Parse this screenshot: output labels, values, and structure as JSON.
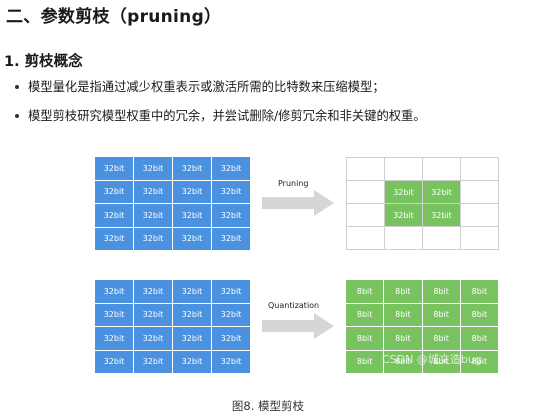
{
  "heading_section": "二、参数剪枝（pruning）",
  "heading_sub": "1. 剪枝概念",
  "bullets": [
    "模型量化是指通过减少权重表示或激活所需的比特数来压缩模型；",
    "模型剪枝研究模型权重中的冗余，并尝试删除/修剪冗余和非关键的权重。"
  ],
  "figure": {
    "top_left_cell": "32bit",
    "pruning_label": "Pruning",
    "quantization_label": "Quantization",
    "pruned_cell": "32bit",
    "quant_cell": "8bit",
    "pruned_mask": [
      [
        0,
        0,
        0,
        0
      ],
      [
        0,
        1,
        1,
        0
      ],
      [
        0,
        1,
        1,
        0
      ],
      [
        0,
        0,
        0,
        0
      ]
    ],
    "colors": {
      "blue": "#4a92e0",
      "green": "#78c25f",
      "arrow": "#d6d6d6"
    },
    "caption": "图8. 模型剪枝",
    "watermark": "CSDN @城文造bug"
  }
}
